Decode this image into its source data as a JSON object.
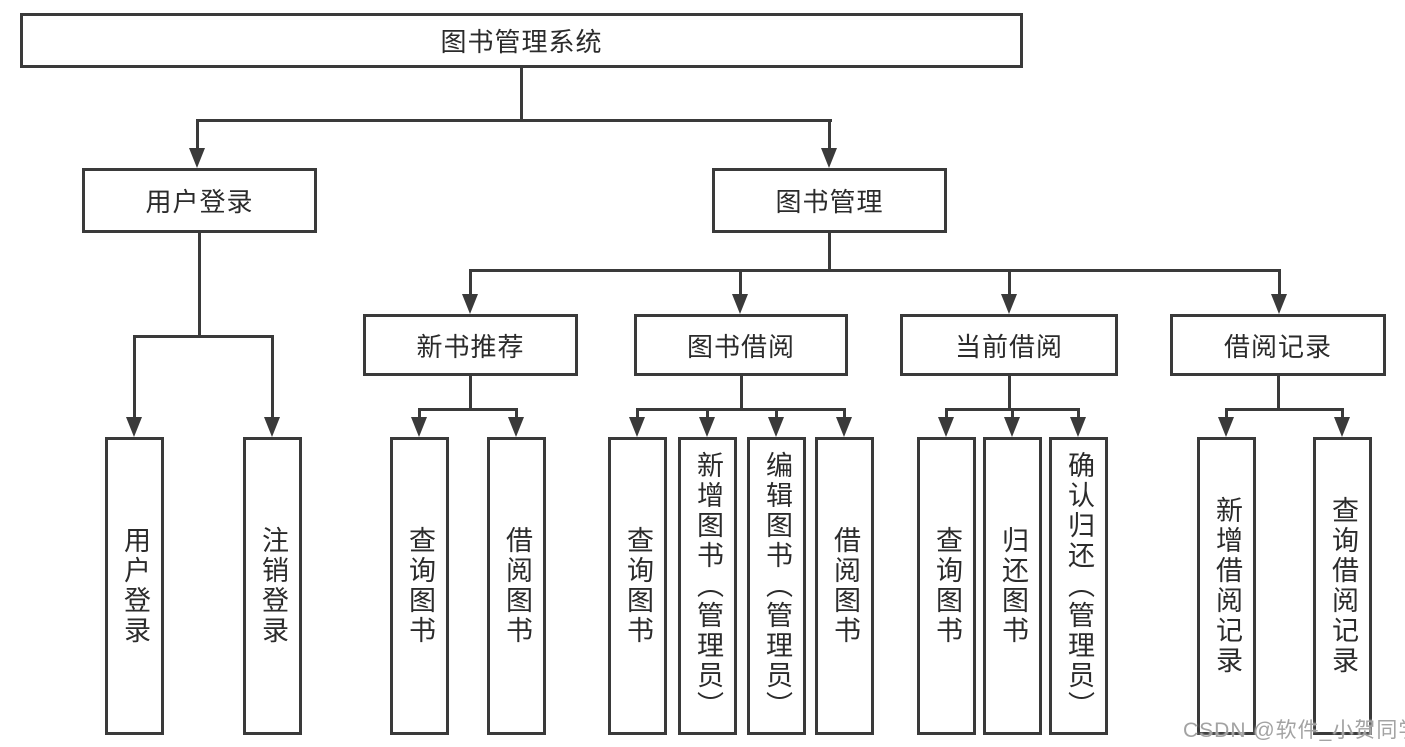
{
  "diagram_type": "hierarchy-tree",
  "colors": {
    "line": "#3a3a3a",
    "box_border": "#3a3a3a",
    "text": "#2b2b2b",
    "background": "#ffffff",
    "watermark": "#a3a3a3"
  },
  "tree": {
    "label": "图书管理系统",
    "children": [
      {
        "label": "用户登录",
        "children": [
          {
            "label": "用户登录"
          },
          {
            "label": "注销登录"
          }
        ]
      },
      {
        "label": "图书管理",
        "children": [
          {
            "label": "新书推荐",
            "children": [
              {
                "label": "查询图书"
              },
              {
                "label": "借阅图书"
              }
            ]
          },
          {
            "label": "图书借阅",
            "children": [
              {
                "label": "查询图书"
              },
              {
                "label": "新增图书（管理员）"
              },
              {
                "label": "编辑图书（管理员）"
              },
              {
                "label": "借阅图书"
              }
            ]
          },
          {
            "label": "当前借阅",
            "children": [
              {
                "label": "查询图书"
              },
              {
                "label": "归还图书"
              },
              {
                "label": "确认归还（管理员）"
              }
            ]
          },
          {
            "label": "借阅记录",
            "children": [
              {
                "label": "新增借阅记录"
              },
              {
                "label": "查询借阅记录"
              }
            ]
          }
        ]
      }
    ]
  },
  "watermark": {
    "text": "CSDN @软件_小贺同学"
  }
}
